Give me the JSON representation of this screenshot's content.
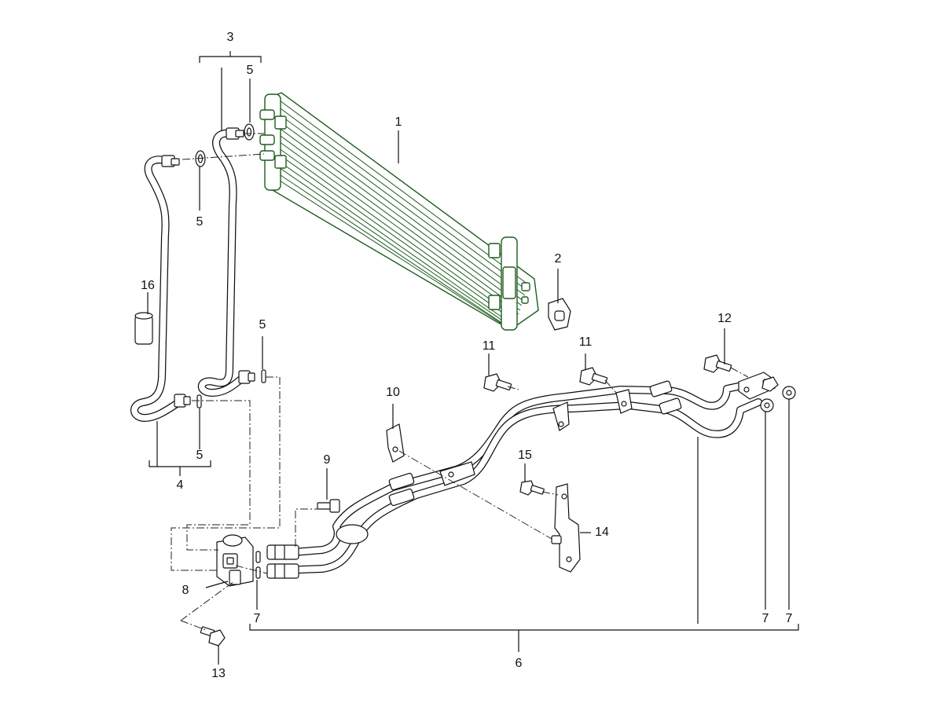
{
  "diagram": {
    "accent_color": "#1e5c1e",
    "line_color": "#111111",
    "callouts": {
      "c1": "1",
      "c2": "2",
      "c3": "3",
      "c4": "4",
      "c5a": "5",
      "c5b": "5",
      "c5c": "5",
      "c5d": "5",
      "c6": "6",
      "c7a": "7",
      "c7b": "7",
      "c7c": "7",
      "c8": "8",
      "c9": "9",
      "c10": "10",
      "c11a": "11",
      "c11b": "11",
      "c12": "12",
      "c13": "13",
      "c14": "14",
      "c15": "15",
      "c16": "16"
    }
  }
}
